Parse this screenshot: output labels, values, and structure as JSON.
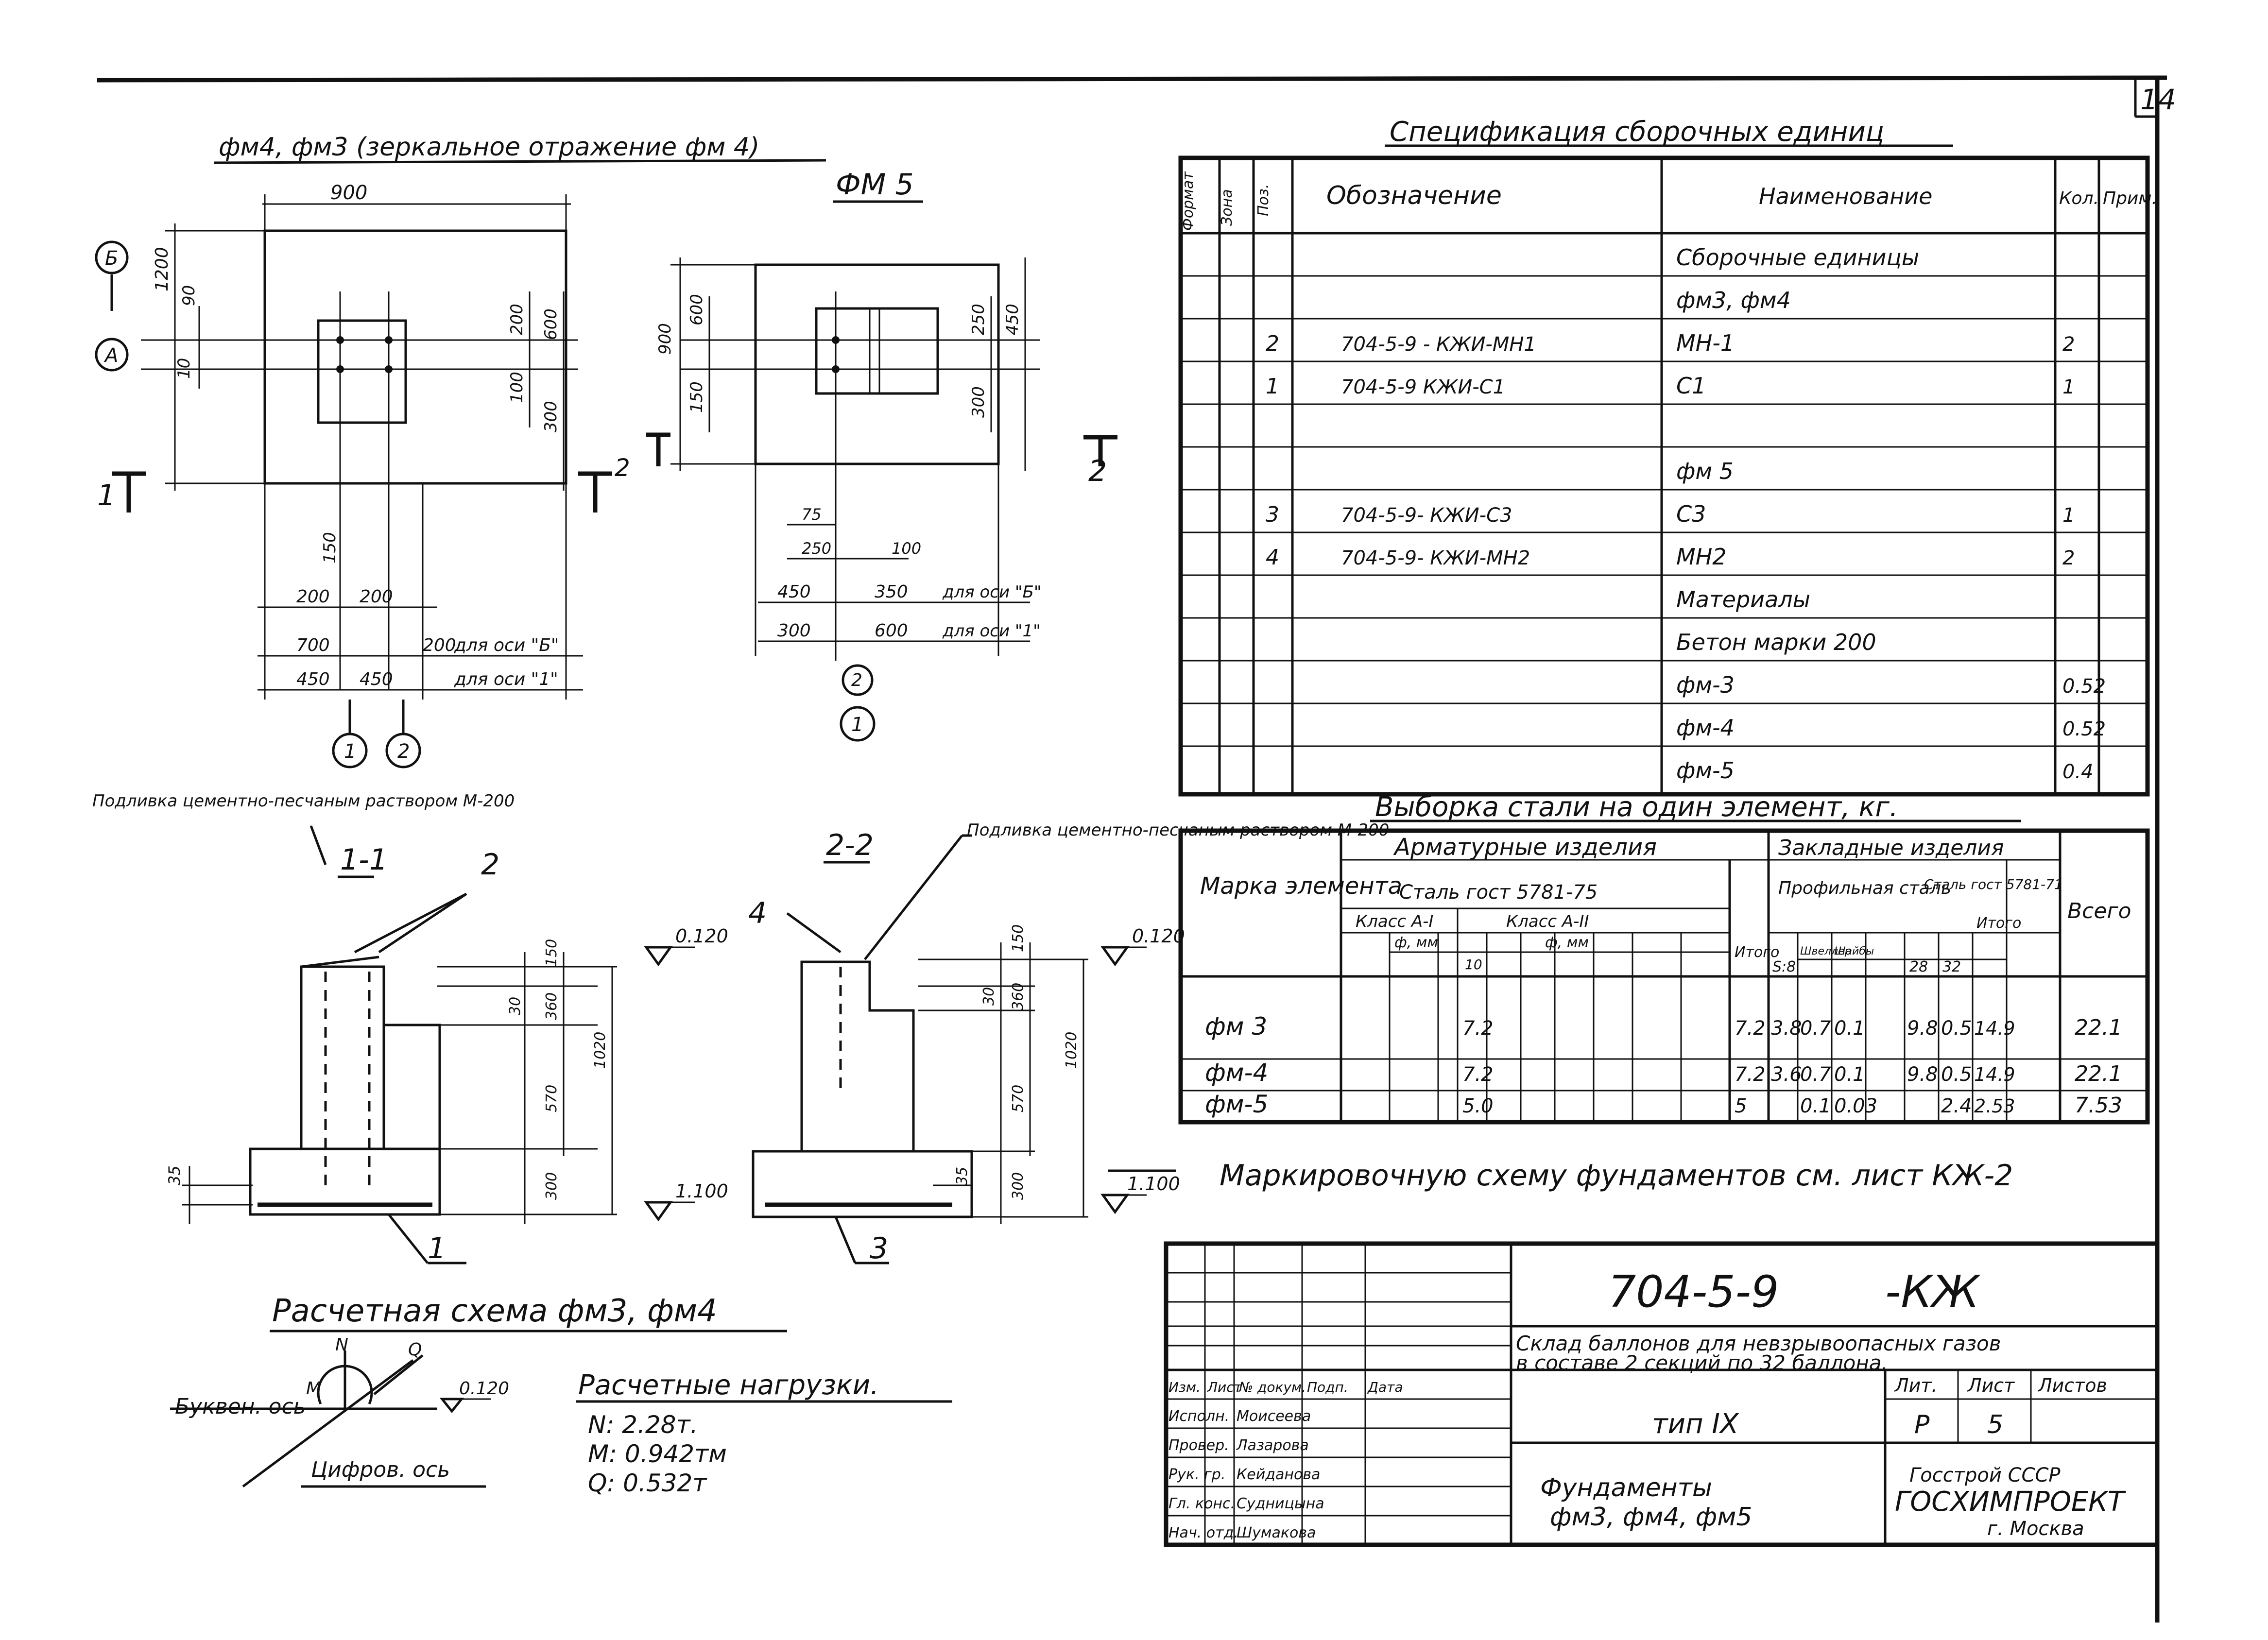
{
  "sheet": {
    "number": "14",
    "title_top_left": "фм4, фм3 (зеркальное отражение фм 4)",
    "title_fm5": "ФМ 5"
  },
  "spec": {
    "title": "Спецификация сборочных единиц",
    "headers": [
      "Формат",
      "Зона",
      "Поз.",
      "Обозначение",
      "Наименование",
      "Кол.",
      "Прим."
    ],
    "rows": [
      {
        "pos": "",
        "designation": "",
        "name": "Сборочные единицы",
        "qty": "",
        "note": ""
      },
      {
        "pos": "",
        "designation": "",
        "name": "фм3, фм4",
        "qty": "",
        "note": ""
      },
      {
        "pos": "2",
        "designation": "704-5-9 - КЖИ-МН1",
        "name": "МН-1",
        "qty": "2",
        "note": ""
      },
      {
        "pos": "1",
        "designation": "704-5-9 КЖИ-С1",
        "name": "С1",
        "qty": "1",
        "note": ""
      },
      {
        "pos": "",
        "designation": "",
        "name": "",
        "qty": "",
        "note": ""
      },
      {
        "pos": "",
        "designation": "",
        "name": "фм 5",
        "qty": "",
        "note": ""
      },
      {
        "pos": "3",
        "designation": "704-5-9- КЖИ-С3",
        "name": "С3",
        "qty": "1",
        "note": ""
      },
      {
        "pos": "4",
        "designation": "704-5-9- КЖИ-МН2",
        "name": "МН2",
        "qty": "2",
        "note": ""
      },
      {
        "pos": "",
        "designation": "",
        "name": "Материалы",
        "qty": "",
        "note": ""
      },
      {
        "pos": "",
        "designation": "",
        "name": "Бетон марки 200",
        "qty": "",
        "note": ""
      },
      {
        "pos": "",
        "designation": "",
        "name": "фм-3",
        "qty": "0.52",
        "note": ""
      },
      {
        "pos": "",
        "designation": "",
        "name": "фм-4",
        "qty": "0.52",
        "note": ""
      },
      {
        "pos": "",
        "designation": "",
        "name": "фм-5",
        "qty": "0.4",
        "note": ""
      }
    ]
  },
  "steel": {
    "title": "Выборка стали на один элемент, кг.",
    "col_mark": "Марка элемента",
    "group_arm": "Арматурные изделия",
    "group_emb": "Закладные изделия",
    "steel_gost": "Сталь гост 5781-75",
    "class_a1": "Класс А-I",
    "class_a2": "Класс А-II",
    "dia_mm": "ф, мм",
    "itogo": "Итого",
    "prof_steel": "Профильная сталь",
    "steel_gost2": "Сталь гост 5781-71",
    "d10": "10",
    "s8": "S:8",
    "shv": "Швеллер",
    "shai": "Шайбы",
    "d28": "28",
    "d32": "32",
    "vsego": "Всего",
    "rows": [
      {
        "mark": "фм 3",
        "a2": "7.2",
        "itogo1": "7.2",
        "s8": "3.8",
        "p2": "0.7",
        "p3": "0.1",
        "d28": "9.8",
        "d32": "0.5",
        "itogo2": "14.9",
        "total": "22.1"
      },
      {
        "mark": "фм-4",
        "a2": "7.2",
        "itogo1": "7.2",
        "s8": "3.6",
        "p2": "0.7",
        "p3": "0.1",
        "d28": "9.8",
        "d32": "0.5",
        "itogo2": "14.9",
        "total": "22.1"
      },
      {
        "mark": "фм-5",
        "a2": "5.0",
        "itogo1": "5",
        "s8": "",
        "p2": "0.1",
        "p3": "0.03",
        "d28": "",
        "d32": "2.4",
        "itogo2": "2.53",
        "total": "7.53"
      }
    ]
  },
  "marking_note": "Маркировочную схему фундаментов см. лист КЖ-2",
  "plan1": {
    "dims_top": "900",
    "dim_1200": "1200",
    "dim_10": "10",
    "dim_90": "90",
    "dim_200": "200",
    "dim_100": "100",
    "dim_300": "300",
    "dim_600": "600",
    "dim_150": "150",
    "dim_b200a": "200",
    "dim_b200b": "200",
    "dim_b700": "700",
    "dim_b200c": "200",
    "dim_b450": "450",
    "dim_b450b": "450",
    "axis_note1": "для оси \"Б\"",
    "axis_note2": "для оси \"1\"",
    "axis_a": "А",
    "axis_b": "Б",
    "axis_1": "1",
    "axis_2": "2",
    "cut1": "1",
    "cut2": "2"
  },
  "plan2": {
    "dim_900": "900",
    "dim_600": "600",
    "dim_150": "150",
    "dim_300": "300",
    "dim_250": "250",
    "dim_450": "450",
    "dim_75": "75",
    "dim_250b": "250",
    "dim_100": "100",
    "dim_450b": "450",
    "dim_350": "350",
    "dim_300b": "300",
    "dim_600b": "600",
    "axis_note1": "для оси \"Б\"",
    "axis_note2": "для оси \"1\"",
    "axis_2": "2",
    "axis_1": "1"
  },
  "sec1": {
    "title": "1-1",
    "note": "Подливка цементно-песчаным раствором М-200",
    "callout": "2",
    "dims": [
      "150",
      "30",
      "360",
      "570",
      "1020",
      "300",
      "35"
    ],
    "lev_top": "0.120",
    "lev_bot": "1.100",
    "callout_bottom": "1"
  },
  "sec2": {
    "title": "2-2",
    "note": "Подливка цементно-песчаным раствором М-200",
    "callout": "4",
    "dims": [
      "150",
      "30",
      "360",
      "570",
      "1020",
      "300",
      "35"
    ],
    "lev_top": "0.120",
    "lev_bot": "1.100",
    "callout_bottom": "3"
  },
  "calc": {
    "title": "Расчетная схема фм3, фм4",
    "letter_axis": "Буквен. ось",
    "digit_axis": "Цифров. ось",
    "M": "M",
    "N": "N",
    "Q": "Q",
    "level": "0.120",
    "loads_title": "Расчетные нагрузки.",
    "load_n": "N: 2.28т.",
    "load_m": "M: 0.942тм",
    "load_q": "Q: 0.532т"
  },
  "stamp": {
    "code": "704-5-9",
    "code_suffix": "-КЖ",
    "desc1": "Склад баллонов для невзрывоопасных газов",
    "desc2": "в составе 2 секций по 32 баллона.",
    "type": "тип IX",
    "lit_h": "Лит.",
    "sheet_h": "Лист",
    "sheets_h": "Листов",
    "lit": "Р",
    "sheet": "5",
    "sheets": "",
    "name1": "Фундаменты",
    "name2": "фм3, фм4, фм5",
    "org1": "Госстрой СССР",
    "org2": "ГОСХИМПРОЕКТ",
    "org3": "г. Москва",
    "col_heads": [
      "Изм.",
      "Лист",
      "№ докум.",
      "Подп.",
      "Дата"
    ],
    "roles": [
      {
        "role": "Исполн.",
        "name": "Моисеева"
      },
      {
        "role": "Провер.",
        "name": "Лазарова"
      },
      {
        "role": "Рук. гр.",
        "name": "Кейданова"
      },
      {
        "role": "Гл. конс.",
        "name": "Судницына"
      },
      {
        "role": "Нач. отд.",
        "name": "Шумакова"
      }
    ]
  }
}
